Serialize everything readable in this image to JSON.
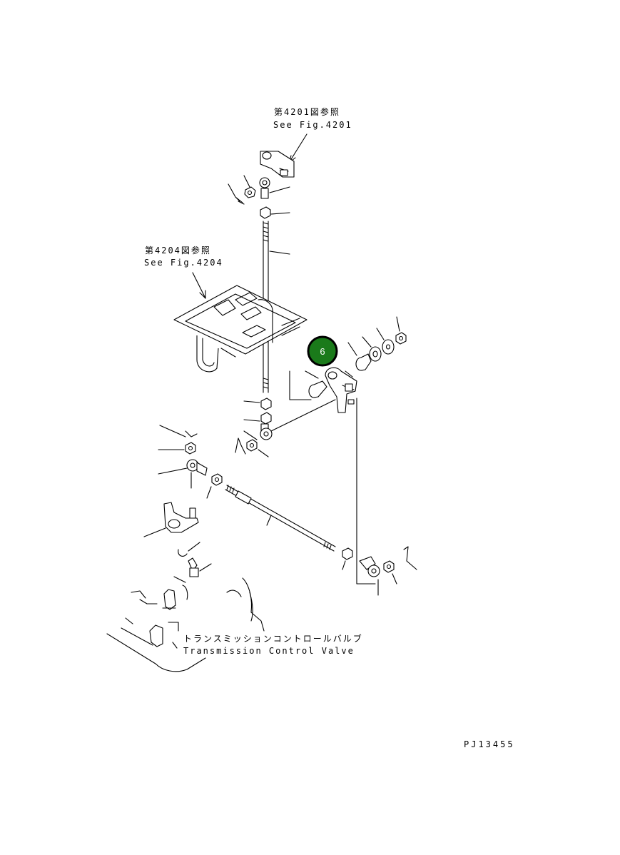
{
  "refs": {
    "fig4201_jp": "第4201図参照",
    "fig4201_en": "See Fig.4201",
    "fig4204_jp": "第4204図参照",
    "fig4204_en": "See Fig.4204"
  },
  "valve": {
    "label_jp": "トランスミッションコントロールバルブ",
    "label_en": "Transmission Control Valve"
  },
  "callout": {
    "number": "6",
    "color": "#1a7a1a",
    "ring_color": "#000000"
  },
  "drawing_id": "PJ13455"
}
